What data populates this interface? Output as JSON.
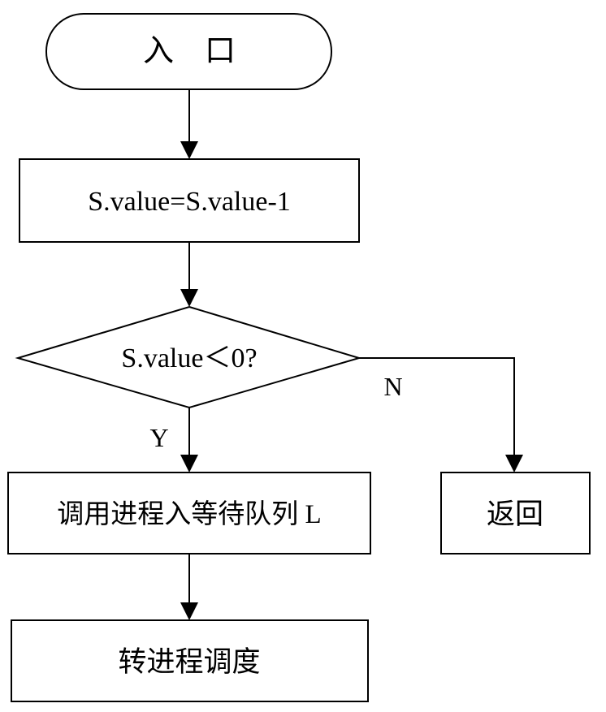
{
  "flowchart": {
    "start": "入　口",
    "decrement": "S.value=S.value-1",
    "condition": "S.value＜0?",
    "yes_label": "Y",
    "no_label": "N",
    "block": "调用进程入等待队列 L",
    "return": "返回",
    "schedule": "转进程调度"
  }
}
